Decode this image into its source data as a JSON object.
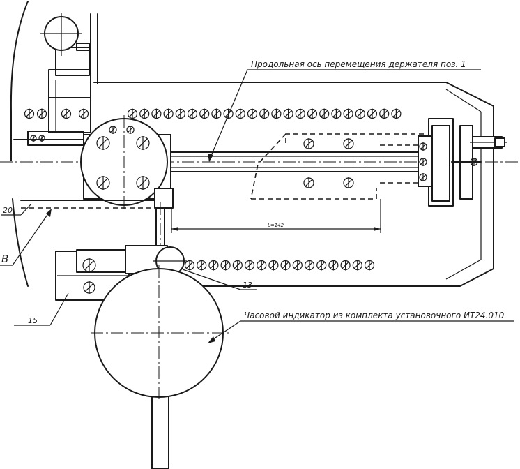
{
  "callouts": {
    "axis_label": "Продольная ось перемещения держателя поз. 1",
    "indicator_label": "Часовой индикатор из комплекта установочного ИТ24.010",
    "ref_20": "20",
    "ref_B": "B",
    "ref_15": "15",
    "ref_13": "13",
    "dimension": "L=142"
  },
  "icons": {
    "bolt_symbol": "circle-with-diagonal-slash",
    "dial_indicator": "large-circle"
  },
  "colors": {
    "ink": "#1a1a1a",
    "paper": "#ffffff"
  }
}
